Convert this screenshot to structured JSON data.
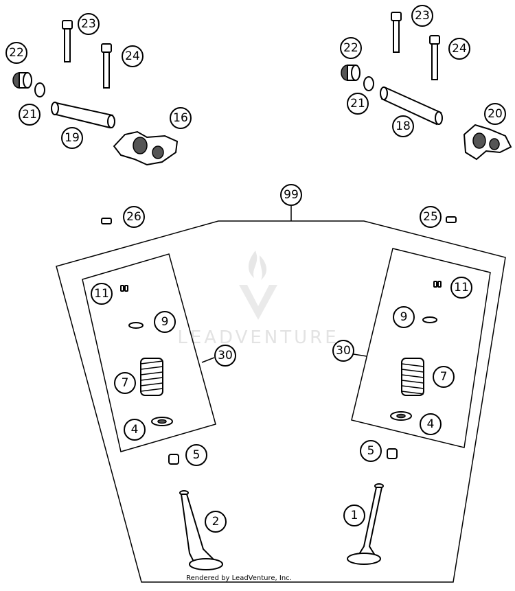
{
  "watermark": {
    "brand": "LEADVENTURE"
  },
  "footer": {
    "credit": "Rendered by LeadVenture, Inc."
  },
  "callouts": {
    "c23_left": "23",
    "c24_left": "24",
    "c22_left": "22",
    "c21_left": "21",
    "c19": "19",
    "c16": "16",
    "c23_right": "23",
    "c24_right": "24",
    "c22_right": "22",
    "c21_right": "21",
    "c18": "18",
    "c20": "20",
    "c99": "99",
    "c26": "26",
    "c25": "25",
    "c11_left": "11",
    "c9_left": "9",
    "c7_left": "7",
    "c4_left": "4",
    "c30_left": "30",
    "c5_left": "5",
    "c2": "2",
    "c11_right": "11",
    "c9_right": "9",
    "c7_right": "7",
    "c4_right": "4",
    "c30_right": "30",
    "c5_right": "5",
    "c1": "1"
  }
}
